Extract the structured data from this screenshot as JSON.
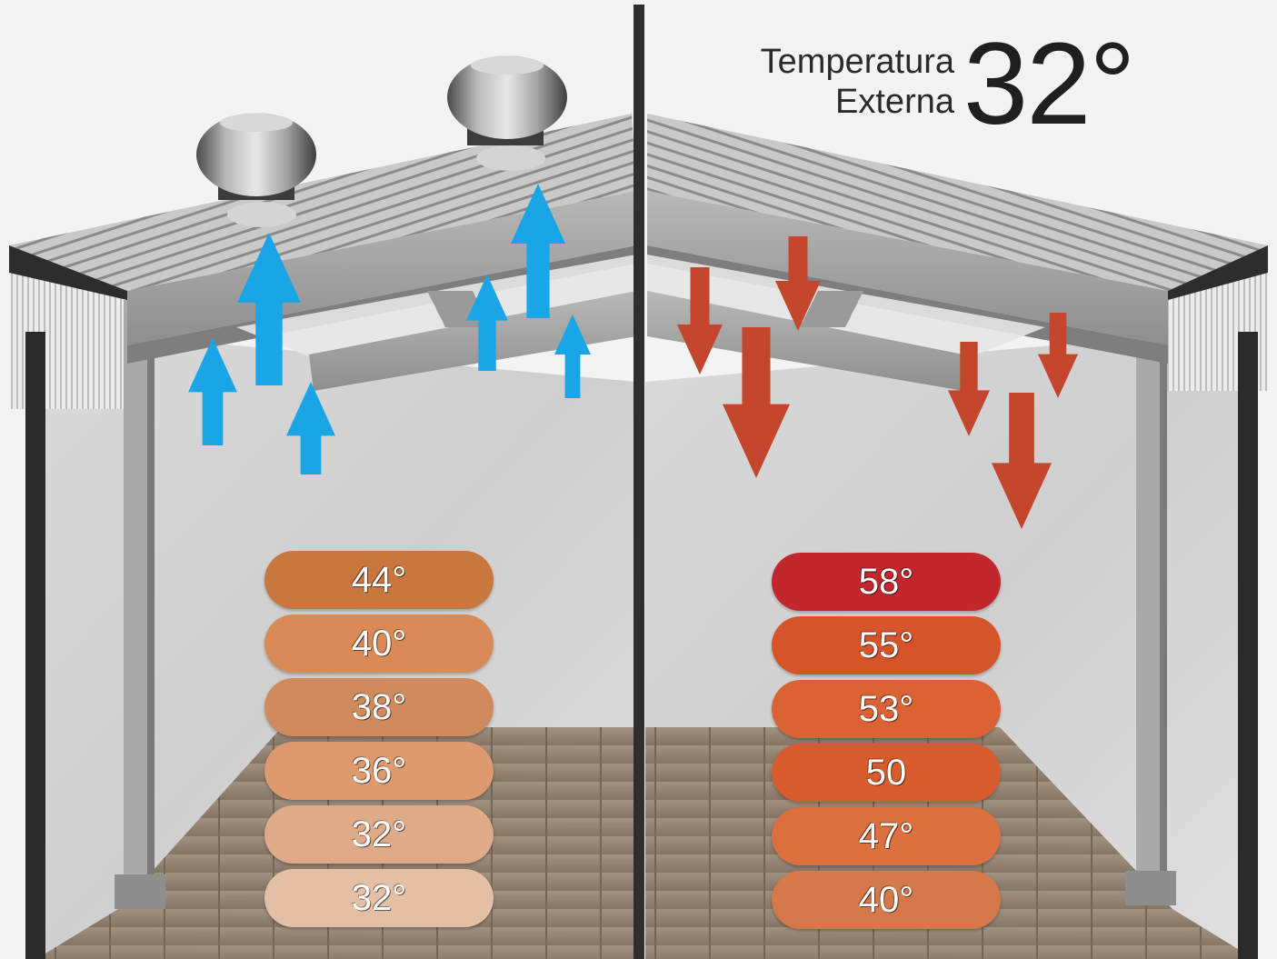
{
  "header": {
    "label_line1": "Temperatura",
    "label_line2": "Externa",
    "value": "32°"
  },
  "left_panel": {
    "airflow": "up",
    "arrow_color": "#1aa6e6",
    "readings": [
      {
        "label": "44°",
        "color": "#c9763f"
      },
      {
        "label": "40°",
        "color": "#d98a57"
      },
      {
        "label": "38°",
        "color": "#cf8a5e"
      },
      {
        "label": "36°",
        "color": "#dc9a6e"
      },
      {
        "label": "32°",
        "color": "#deaa87"
      },
      {
        "label": "32°",
        "color": "#e3c0a5"
      }
    ]
  },
  "right_panel": {
    "airflow": "down",
    "arrow_color": "#c4462d",
    "readings": [
      {
        "label": "58°",
        "color": "#c1272d"
      },
      {
        "label": "55°",
        "color": "#d6542a"
      },
      {
        "label": "53°",
        "color": "#db6234"
      },
      {
        "label": "50",
        "color": "#d85b2e"
      },
      {
        "label": "47°",
        "color": "#dc7040"
      },
      {
        "label": "40°",
        "color": "#d5784a"
      }
    ]
  }
}
